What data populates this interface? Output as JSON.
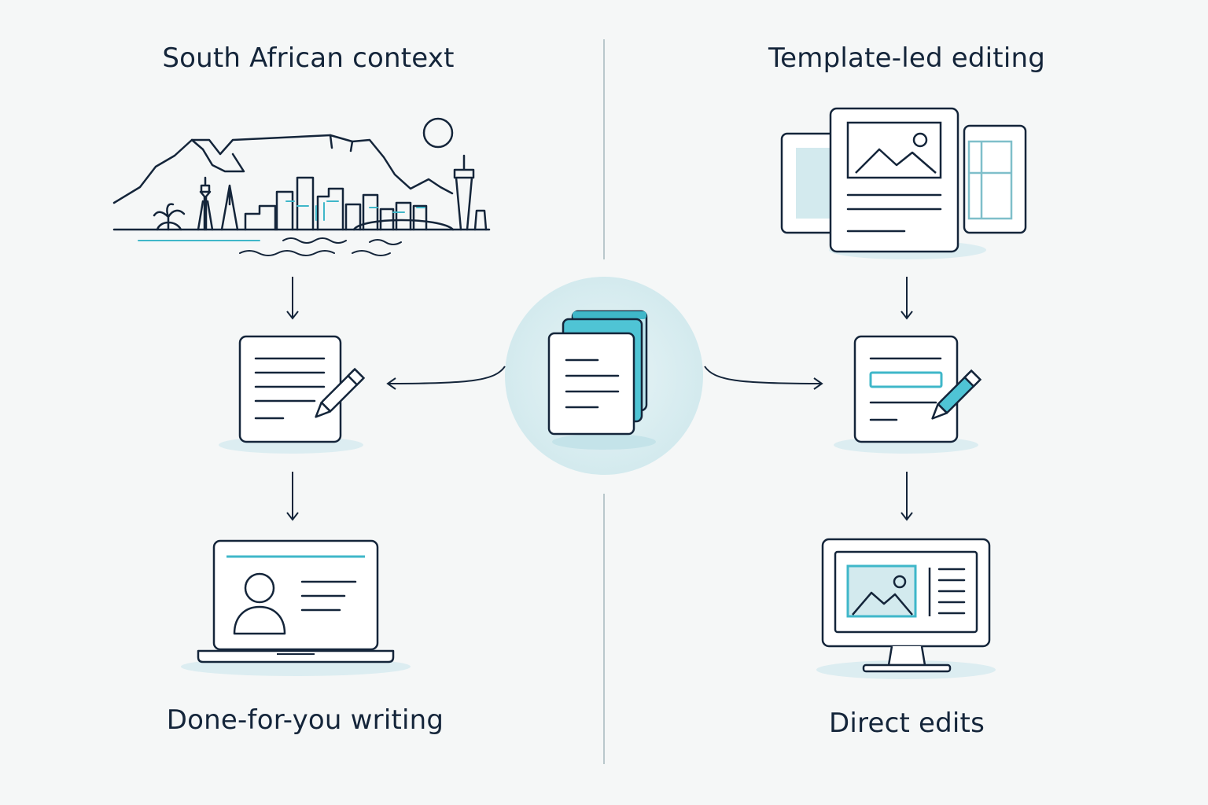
{
  "left_column": {
    "title": "South African context",
    "caption": "Done-for-you writing"
  },
  "right_column": {
    "title": "Template-led editing",
    "caption": "Direct edits"
  },
  "colors": {
    "ink": "#14253a",
    "accent": "#3fb7c9",
    "accent_soft": "#d6ecf0",
    "background": "#f5f7f7"
  },
  "icons": [
    "cape-town-skyline-icon",
    "document-edit-icon",
    "resume-laptop-icon",
    "stacked-documents-icon",
    "template-pages-icon",
    "template-document-edit-icon",
    "monitor-layout-icon"
  ]
}
